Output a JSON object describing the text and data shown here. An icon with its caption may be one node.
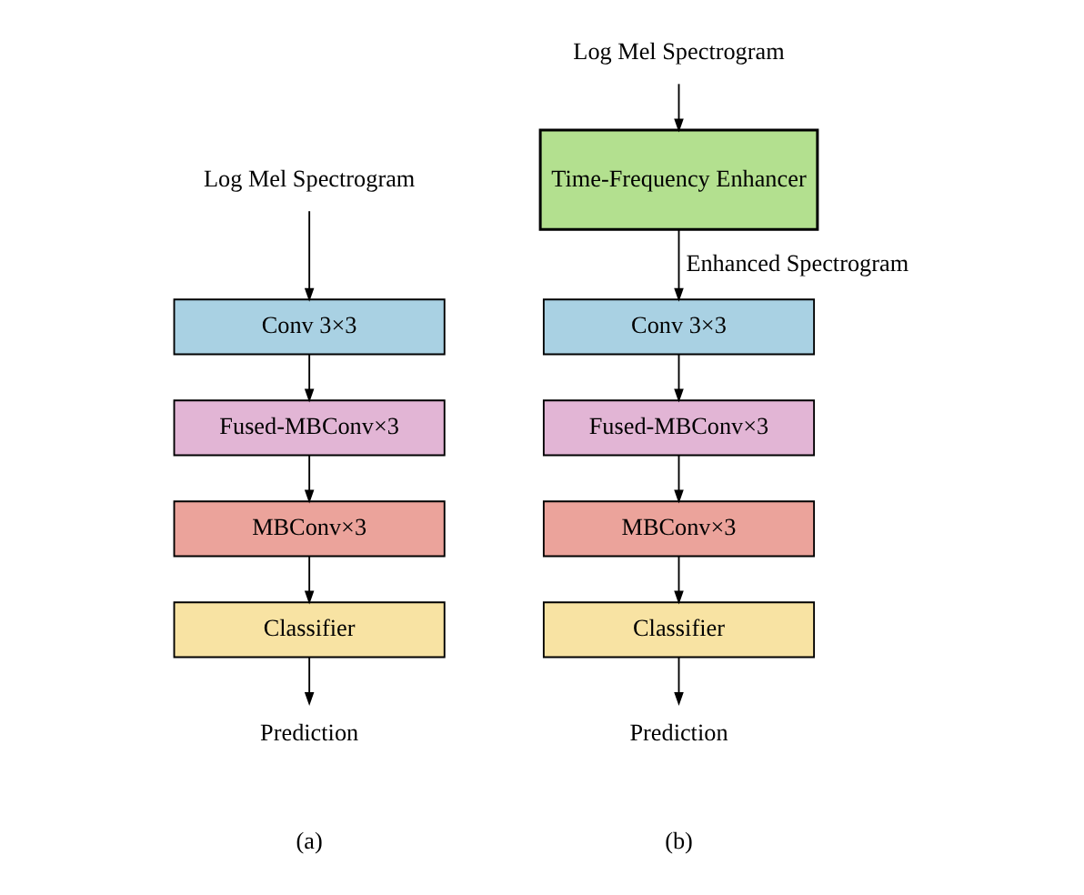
{
  "diagram": {
    "nodes": [
      {
        "text": [
          "Log Mel Spectrogram"
        ]
      },
      {
        "text": [
          "Conv 3×3"
        ]
      },
      {
        "text": [
          "Fused-MBConv×3"
        ]
      },
      {
        "text": [
          "MBConv×3"
        ]
      },
      {
        "text": [
          "Classifier"
        ]
      },
      {
        "text": [
          "Prediction"
        ]
      },
      {
        "text": [
          "Log Mel Spectrogram"
        ]
      },
      {
        "text": [
          "Time-Frequency Enhancer"
        ]
      },
      {
        "text": [
          "Conv 3×3"
        ]
      },
      {
        "text": [
          "Fused-MBConv×3"
        ]
      },
      {
        "text": [
          "MBConv×3"
        ]
      },
      {
        "text": [
          "Classifier"
        ]
      },
      {
        "text": [
          "Prediction"
        ]
      }
    ],
    "edges": [
      {
        "from": 0,
        "to": 1,
        "arrow": "to"
      },
      {
        "from": 1,
        "to": 2,
        "arrow": "to"
      },
      {
        "from": 2,
        "to": 3,
        "arrow": "to"
      },
      {
        "from": 3,
        "to": 4,
        "arrow": "to"
      },
      {
        "from": 4,
        "to": 5,
        "arrow": "to"
      },
      {
        "from": 6,
        "to": 7,
        "arrow": "to"
      },
      {
        "from": 7,
        "to": 8,
        "arrow": "to",
        "label": "Enhanced Spectrogram"
      },
      {
        "from": 8,
        "to": 9,
        "arrow": "to"
      },
      {
        "from": 9,
        "to": 10,
        "arrow": "to"
      },
      {
        "from": 10,
        "to": 11,
        "arrow": "to"
      },
      {
        "from": 11,
        "to": 12,
        "arrow": "to"
      }
    ],
    "labels": [
      "(a)",
      "(b)"
    ]
  }
}
